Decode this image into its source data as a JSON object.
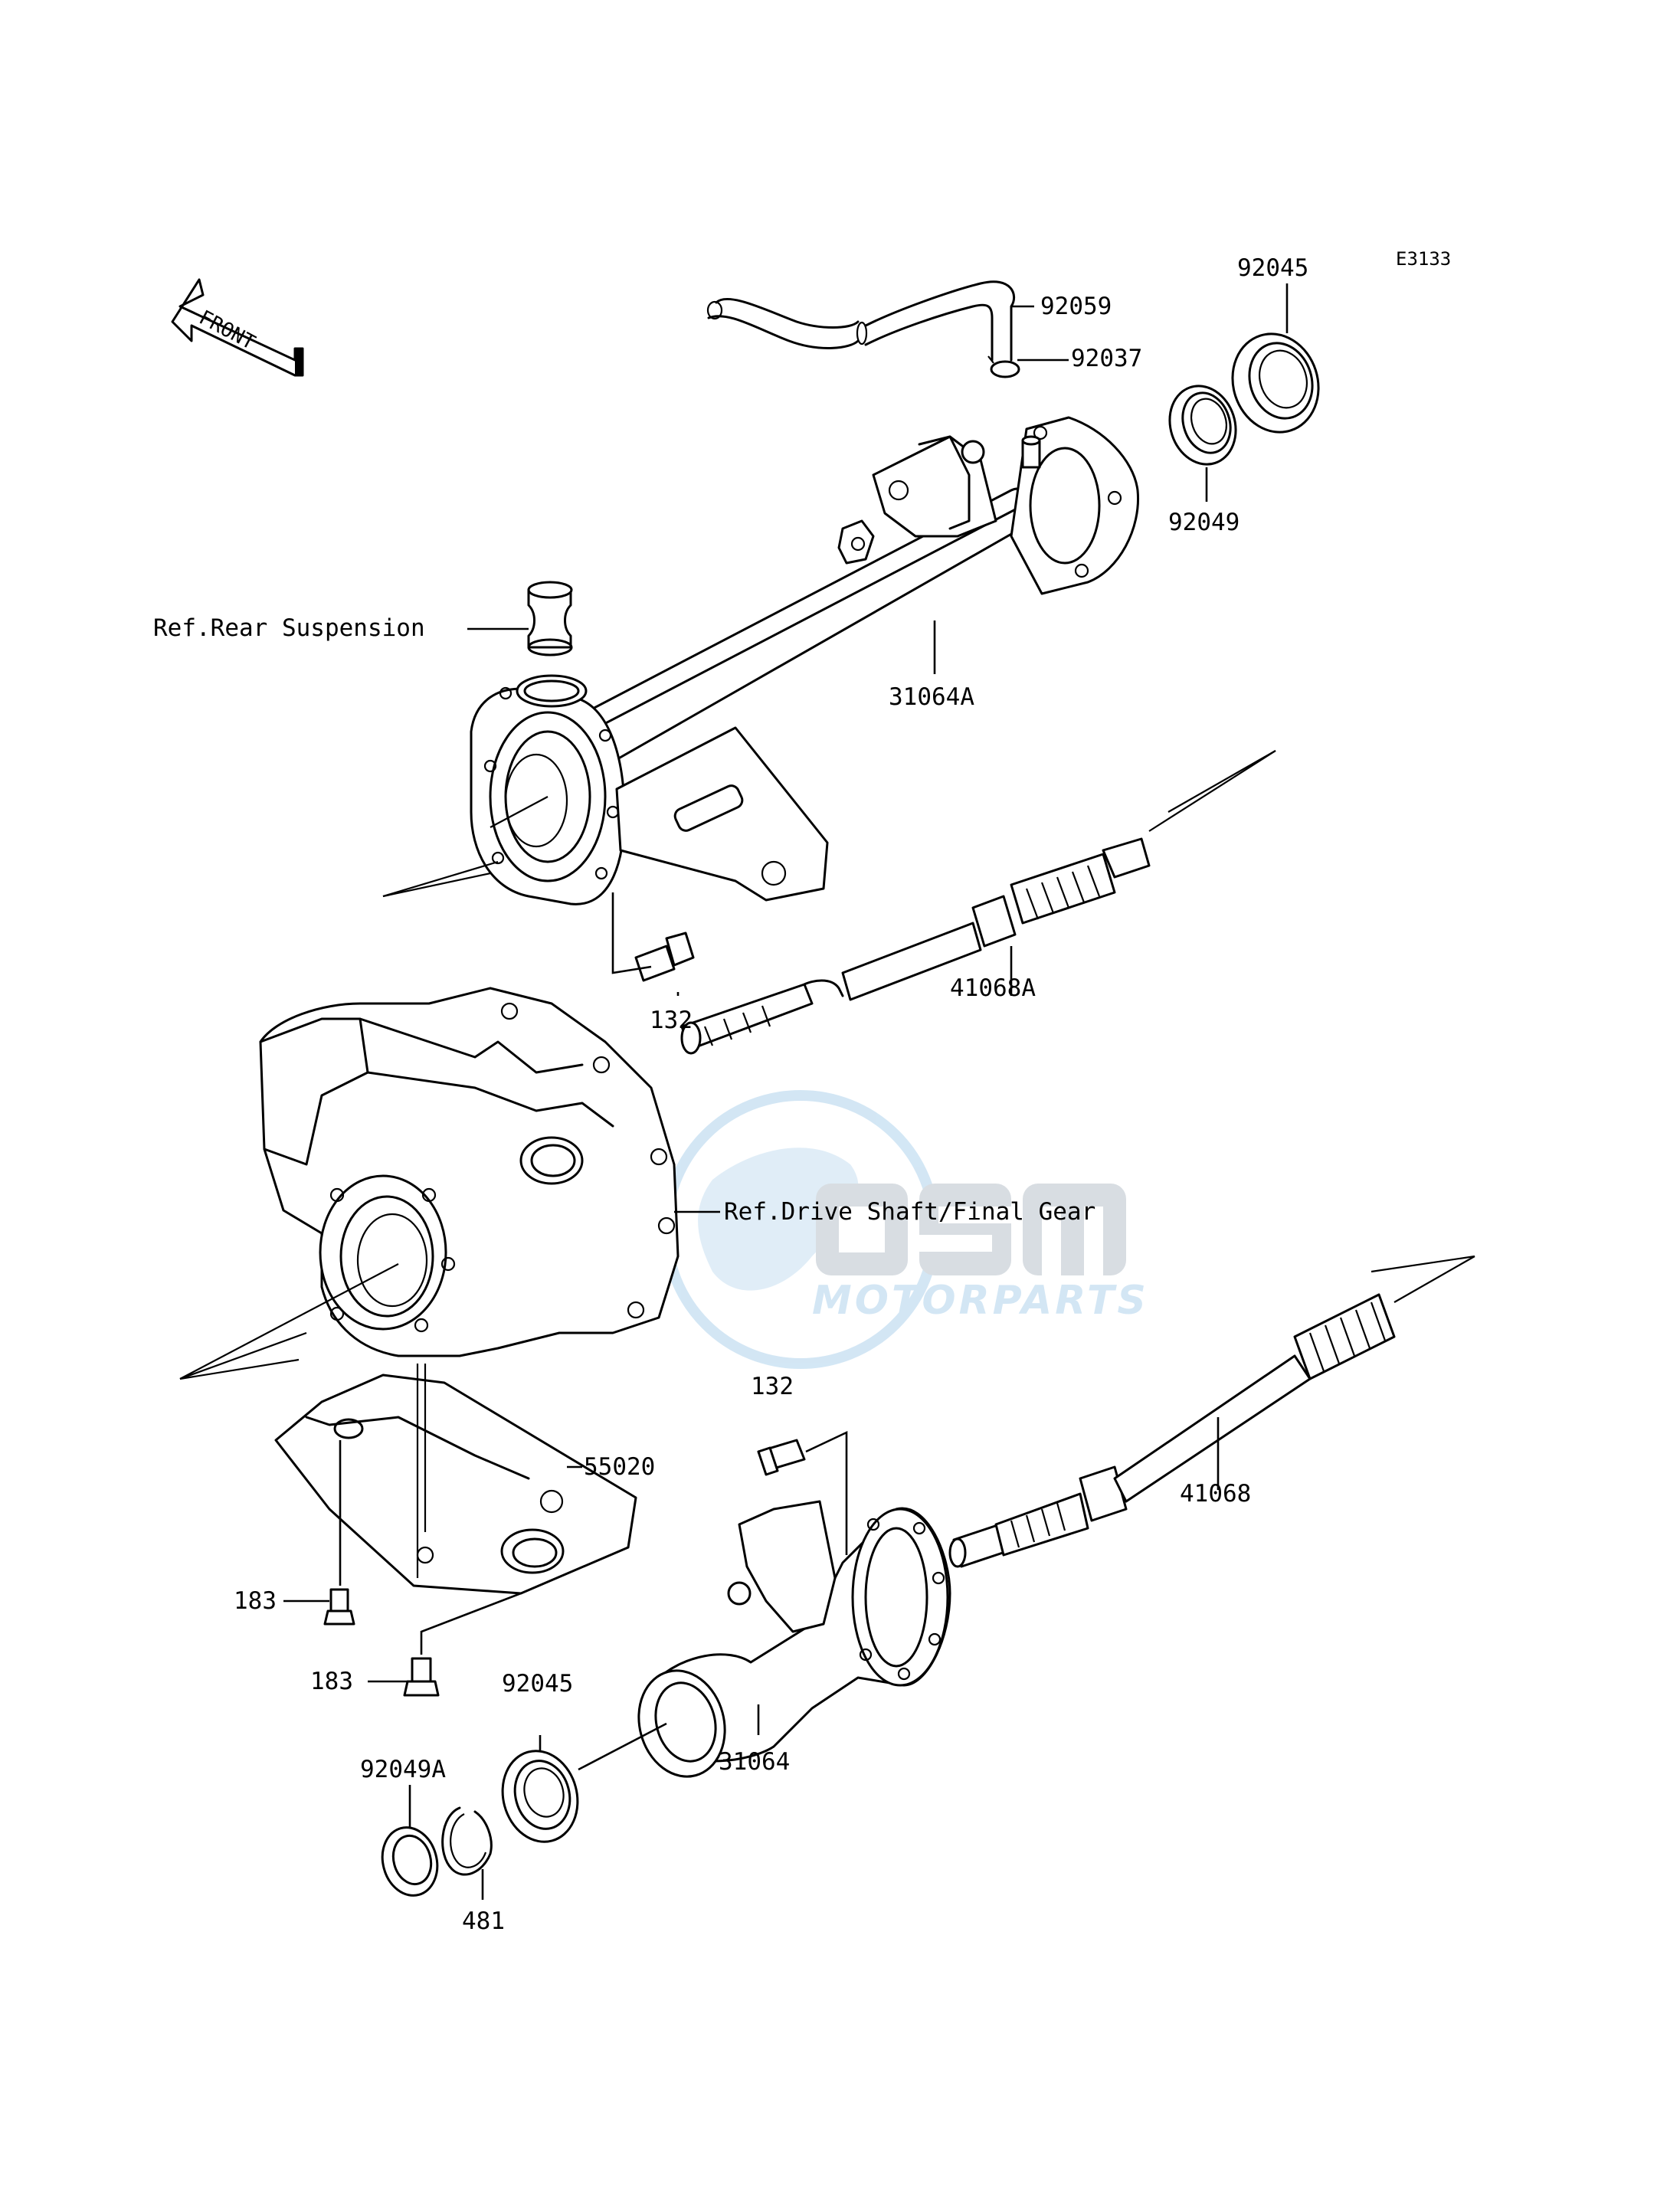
{
  "diagram": {
    "code": "E3133",
    "front_label": "FRONT",
    "refs": {
      "rear_suspension": "Ref.Rear Suspension",
      "drive_shaft": "Ref.Drive Shaft/Final Gear"
    },
    "parts": {
      "p92059": "92059",
      "p92037": "92037",
      "p92045_top": "92045",
      "p92049": "92049",
      "p31064A": "31064A",
      "p41068A": "41068A",
      "p132_top": "132",
      "p55020": "55020",
      "p183_a": "183",
      "p183_b": "183",
      "p132_bot": "132",
      "p41068": "41068",
      "p92045_bot": "92045",
      "p31064": "31064",
      "p92049A": "92049A",
      "p481": "481"
    }
  },
  "watermark": {
    "brand": "OSM",
    "tagline": "MOTORPARTS",
    "color": "#9ec9e8"
  }
}
